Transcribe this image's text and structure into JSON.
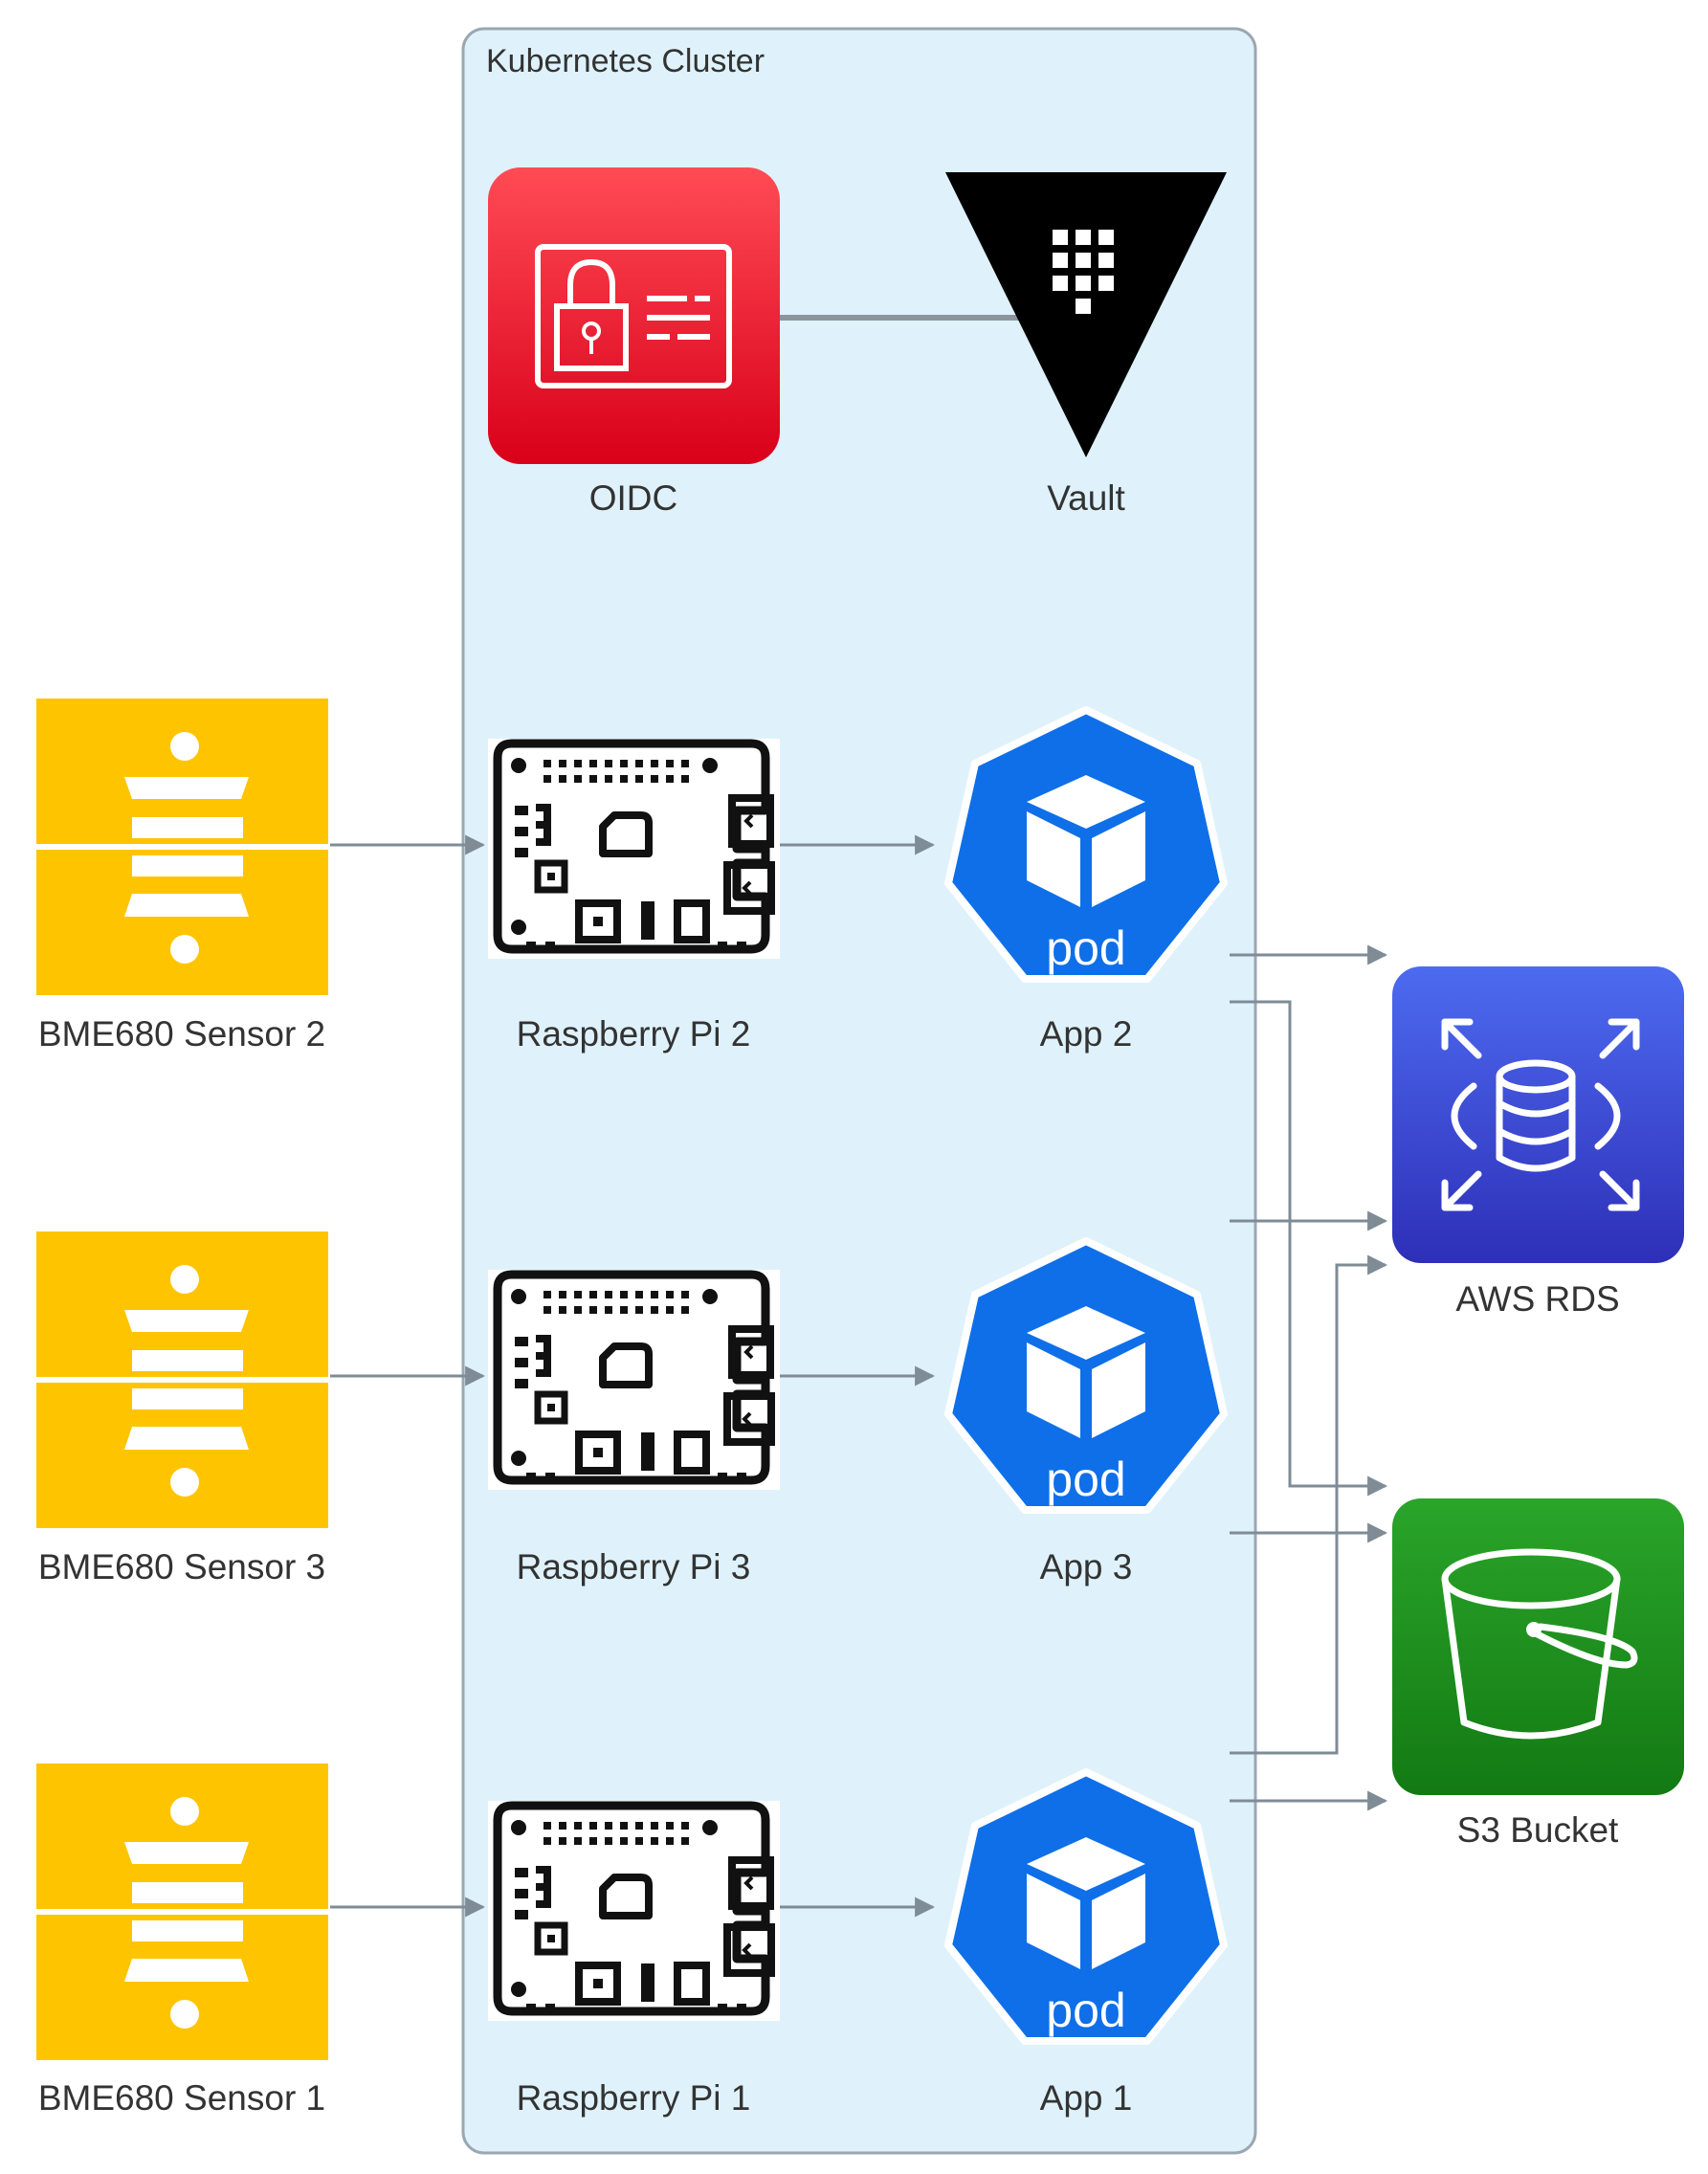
{
  "cluster": {
    "label": "Kubernetes Cluster"
  },
  "nodes": {
    "oidc": {
      "label": "OIDC"
    },
    "vault": {
      "label": "Vault"
    },
    "sensor2": {
      "label": "BME680 Sensor 2"
    },
    "sensor3": {
      "label": "BME680 Sensor 3"
    },
    "sensor1": {
      "label": "BME680 Sensor 1"
    },
    "pi2": {
      "label": "Raspberry Pi 2"
    },
    "pi3": {
      "label": "Raspberry Pi 3"
    },
    "pi1": {
      "label": "Raspberry Pi 1"
    },
    "app2": {
      "label": "App 2",
      "badge": "pod"
    },
    "app3": {
      "label": "App 3",
      "badge": "pod"
    },
    "app1": {
      "label": "App 1",
      "badge": "pod"
    },
    "rds": {
      "label": "AWS RDS"
    },
    "s3": {
      "label": "S3 Bucket"
    }
  },
  "colors": {
    "cluster_fill": "#dff2fb",
    "cluster_stroke": "#9aa7b1",
    "sensor": "#ffc400",
    "pod": "#0f6fe8",
    "oidc": "#e8001a",
    "rds": "#3b48cc",
    "s3": "#1a8f1a",
    "edge": "#7f8c96",
    "label": "#333333"
  },
  "icons": {
    "sensor": "bme680-sensor-icon",
    "pi": "raspberry-pi-board-icon",
    "pod": "kubernetes-pod-icon",
    "oidc": "id-card-lock-icon",
    "vault": "vault-triangle-icon",
    "rds": "database-cylinder-icon",
    "s3": "bucket-icon"
  }
}
